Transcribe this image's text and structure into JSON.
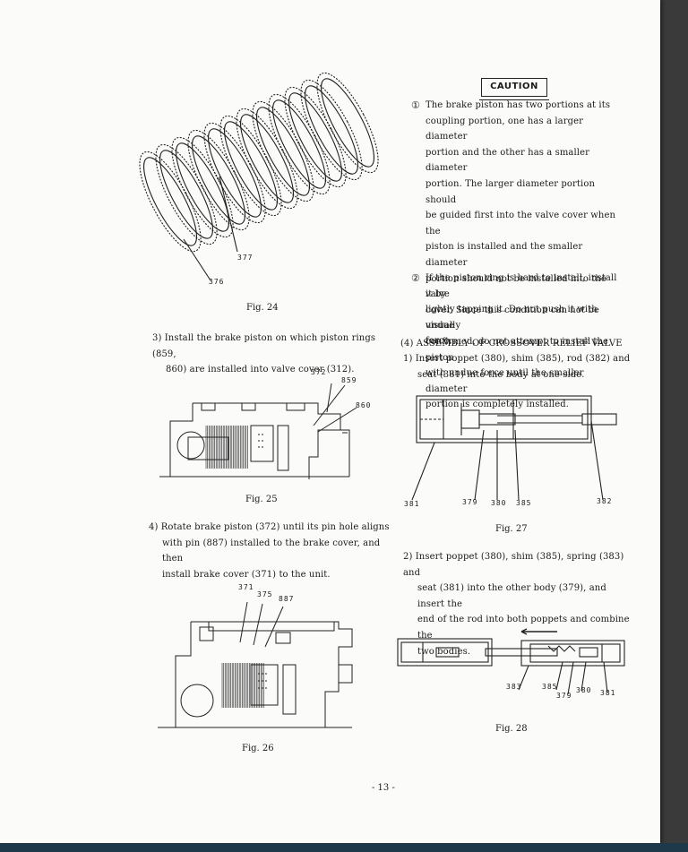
{
  "page": {
    "number": "- 13 -"
  },
  "figures": {
    "fig24": {
      "caption": "Fig. 24",
      "labels": [
        "377",
        "376"
      ]
    },
    "fig25": {
      "caption": "Fig. 25",
      "labels": [
        "372",
        "859",
        "860"
      ]
    },
    "fig26": {
      "caption": "Fig. 26",
      "labels": [
        "371",
        "375",
        "887"
      ]
    },
    "fig27": {
      "caption": "Fig. 27",
      "labels": [
        "381",
        "379",
        "380",
        "385",
        "382"
      ]
    },
    "fig28": {
      "caption": "Fig. 28",
      "labels": [
        "383",
        "385",
        "379",
        "380",
        "381"
      ]
    }
  },
  "caution": {
    "title": "CAUTION",
    "item1_marker": "①",
    "item1_lines": [
      "The brake piston has two portions at its",
      "coupling portion, one has a larger diameter",
      "portion and the other has a smaller diameter",
      "portion. The larger diameter portion should",
      "be guided first into the valve cover when the",
      "piston is installed and the smaller diameter",
      "portion should not be installed into the valve",
      "cover. Since this condition can not be visually",
      "confirmed, do not attempt to install the piston",
      "with undue force until the smaller diameter",
      "portion is completely installed."
    ],
    "item2_marker": "②",
    "item2_lines": [
      "If the piston ring is hard to install, install it by",
      "lightly tapping it. Do not push it with undue",
      "force."
    ]
  },
  "steps": {
    "step3": [
      "3)  Install the brake piston on which piston rings (859,",
      "860) are installed into valve cover (312)."
    ],
    "step4": [
      "4)  Rotate brake piston (372) until its pin hole aligns",
      "with pin (887) installed to the brake cover, and then",
      "install brake cover (371) to the unit."
    ]
  },
  "section4": {
    "heading": "(4)  ASSEMBLY OF CROSSOVER RELIEF VALVE",
    "sub1": [
      "1)  Insert  poppet (380),  shim (385),  rod (382)  and",
      "seat (381) into the body at one side."
    ],
    "sub2": [
      "2)  Insert poppet (380), shim (385), spring (383) and",
      "seat (381) into the other body (379), and insert the",
      "end of the rod into both poppets and combine the",
      "two bodies."
    ]
  }
}
